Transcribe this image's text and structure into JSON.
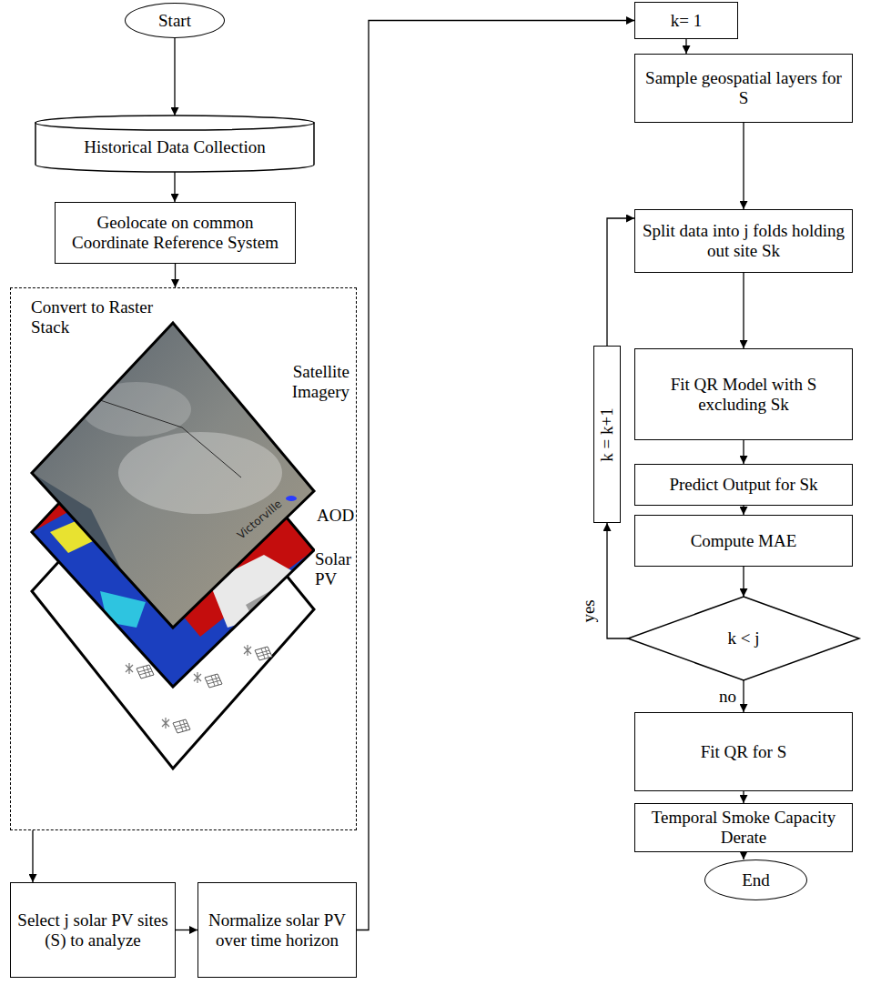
{
  "diagram": {
    "nodes": [
      {
        "text": [
          "Start"
        ]
      },
      {
        "text": [
          "Historical Data Collection"
        ]
      },
      {
        "text": [
          "Geolocate on common Coordinate Reference System"
        ]
      },
      {
        "text": [
          "Convert to Raster Stack"
        ]
      },
      {
        "text": [
          "Select j solar PV sites (S) to analyze"
        ]
      },
      {
        "text": [
          "Normalize solar PV over time horizon"
        ]
      },
      {
        "text": [
          "k= 1"
        ]
      },
      {
        "text": [
          "Sample geospatial layers for S"
        ]
      },
      {
        "text": [
          "Split data into j folds holding out site Sk"
        ]
      },
      {
        "text": [
          "k = k+1"
        ]
      },
      {
        "text": [
          "Fit QR Model with S excluding Sk"
        ]
      },
      {
        "text": [
          "Predict Output for Sk"
        ]
      },
      {
        "text": [
          "Compute MAE"
        ]
      },
      {
        "text": [
          "k < j"
        ]
      },
      {
        "text": [
          "Fit QR for S"
        ]
      },
      {
        "text": [
          "Temporal Smoke Capacity Derate"
        ]
      },
      {
        "text": [
          "End"
        ]
      }
    ],
    "edges": [
      {
        "from": 0,
        "to": 1,
        "arrow": "to"
      },
      {
        "from": 1,
        "to": 2,
        "arrow": "to"
      },
      {
        "from": 2,
        "to": 3,
        "arrow": "to"
      },
      {
        "from": 3,
        "to": 4,
        "arrow": "to"
      },
      {
        "from": 4,
        "to": 5,
        "arrow": "to"
      },
      {
        "from": 5,
        "to": 6,
        "arrow": "to"
      },
      {
        "from": 6,
        "to": 7,
        "arrow": "to"
      },
      {
        "from": 7,
        "to": 8,
        "arrow": "to"
      },
      {
        "from": 8,
        "to": 10,
        "arrow": "to"
      },
      {
        "from": 10,
        "to": 11,
        "arrow": "to"
      },
      {
        "from": 11,
        "to": 12,
        "arrow": "to"
      },
      {
        "from": 12,
        "to": 13,
        "arrow": "to"
      },
      {
        "from": 13,
        "to": 9,
        "label": "yes",
        "arrow": "to"
      },
      {
        "from": 9,
        "to": 8,
        "arrow": "to"
      },
      {
        "from": 13,
        "to": 14,
        "label": "no",
        "arrow": "to"
      },
      {
        "from": 14,
        "to": 15,
        "arrow": "to"
      },
      {
        "from": 15,
        "to": 16,
        "arrow": "to"
      }
    ],
    "labels": [
      "Satellite Imagery",
      "AOD",
      "Solar PV",
      "Victorville"
    ]
  }
}
